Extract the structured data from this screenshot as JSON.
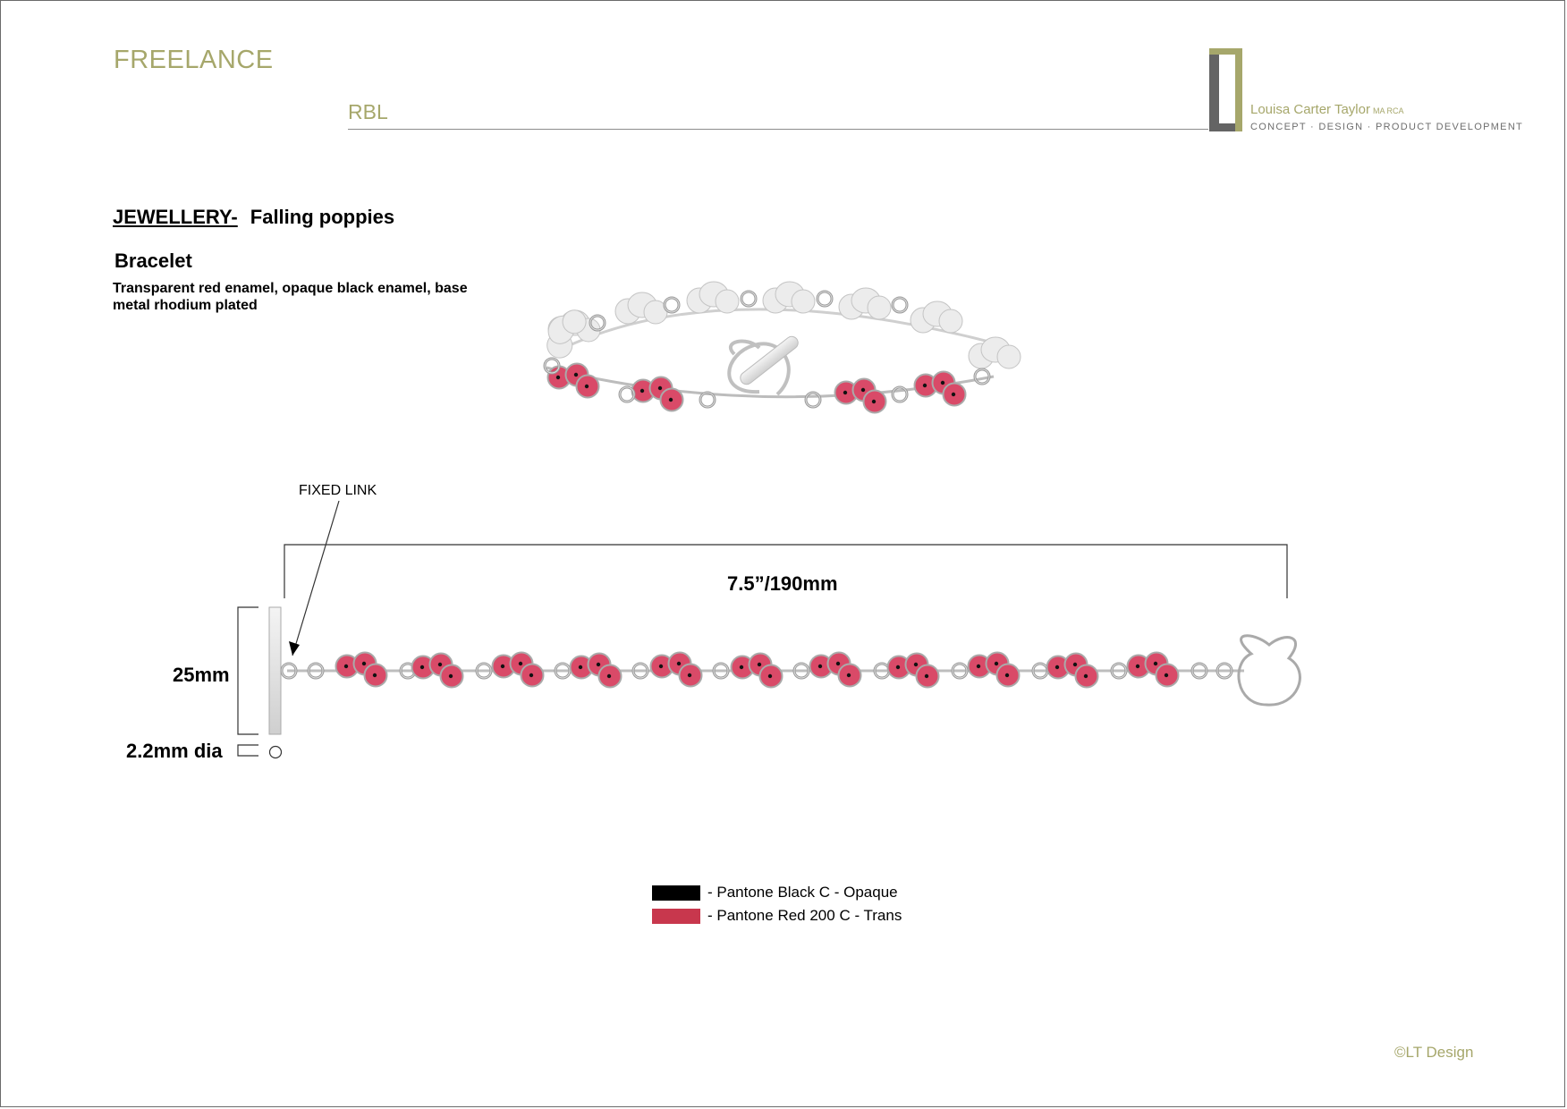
{
  "header": {
    "section": "FREELANCE",
    "client": "RBL",
    "brand_name": "Louisa Carter Taylor",
    "brand_suffix": "MA RCA",
    "brand_tagline": "CONCEPT · DESIGN · PRODUCT DEVELOPMENT"
  },
  "spec": {
    "category": "JEWELLERY-",
    "collection": "Falling poppies",
    "product": "Bracelet",
    "description": "Transparent red enamel, opaque black enamel, base metal rhodium plated"
  },
  "dimensions": {
    "annotation": "FIXED LINK",
    "length": "7.5”/190mm",
    "bar_height": "25mm",
    "bar_diameter": "2.2mm dia"
  },
  "legend": [
    {
      "label": "- Pantone Black C - Opaque",
      "color": "#000000"
    },
    {
      "label": "- Pantone Red 200 C - Trans",
      "color": "#c8374d"
    }
  ],
  "colors": {
    "accent_olive": "#a6a76b",
    "logo_gray": "#646464",
    "enamel_red": "#d94a68",
    "metal": "#e3e3e3"
  },
  "footer": {
    "copyright": "©LT Design"
  }
}
